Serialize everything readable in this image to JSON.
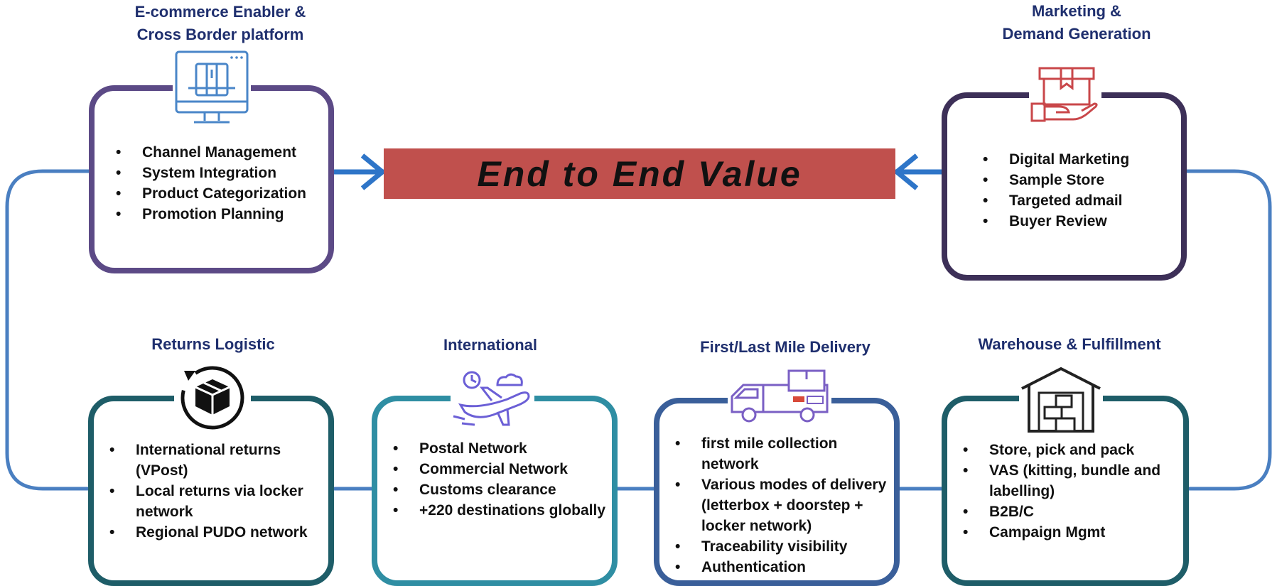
{
  "banner": {
    "text": "End to End Value"
  },
  "colors": {
    "loop_line": "#4a7fc1",
    "arrow": "#2e75c8",
    "banner_bg": "#c0504d",
    "title_text": "#1f2f6e",
    "box_purple": "#5c4a86",
    "box_dark_purple": "#3d3058",
    "box_teal_dark": "#1e5d68",
    "box_teal": "#2f8ea3",
    "box_blue": "#3a5f9a"
  },
  "blocks": {
    "ecommerce": {
      "title_line1": "E-commerce Enabler &",
      "title_line2": "Cross Border platform",
      "icon": "monitor-icon",
      "items": [
        "Channel Management",
        "System Integration",
        "Product Categorization",
        "Promotion Planning"
      ]
    },
    "marketing": {
      "title_line1": "Marketing &",
      "title_line2": "Demand Generation",
      "icon": "hand-gift-box-icon",
      "items": [
        "Digital Marketing",
        "Sample Store",
        "Targeted admail",
        "Buyer Review"
      ]
    },
    "returns": {
      "title": "Returns Logistic",
      "icon": "return-box-icon",
      "items": [
        "International returns",
        "(VPost)",
        "Local returns via locker",
        "network",
        "Regional PUDO network"
      ]
    },
    "international": {
      "title": "International",
      "icon": "airplane-icon",
      "items": [
        "Postal Network",
        "Commercial Network",
        "Customs clearance",
        "+220 destinations globally"
      ]
    },
    "delivery": {
      "title": "First/Last Mile Delivery",
      "icon": "delivery-van-icon",
      "items": [
        "first mile collection",
        "network",
        "Various modes of delivery",
        "(letterbox + doorstep +",
        "locker network)",
        "Traceability visibility",
        "Authentication"
      ]
    },
    "warehouse": {
      "title": "Warehouse & Fulfillment",
      "icon": "warehouse-icon",
      "items": [
        "Store, pick and pack",
        "VAS (kitting, bundle and",
        "labelling)",
        "B2B/C",
        "Campaign Mgmt"
      ]
    }
  }
}
